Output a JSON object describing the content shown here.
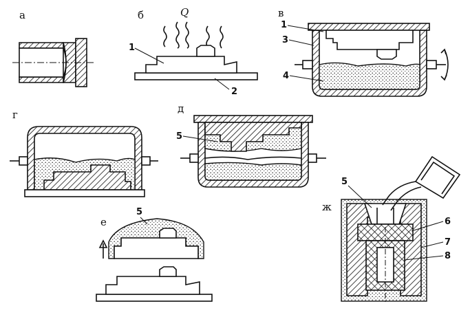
{
  "labels": {
    "a": "а",
    "b": "б",
    "v": "в",
    "g": "г",
    "d": "д",
    "e": "е",
    "zh": "ж",
    "q": "Q"
  },
  "callouts": {
    "n1_b": "1",
    "n2_b": "2",
    "n1_v": "1",
    "n3_v": "3",
    "n4_v": "4",
    "n5_d": "5",
    "n5_e": "5",
    "n5_zh": "5",
    "n6_zh": "6",
    "n7_zh": "7",
    "n8_zh": "8"
  }
}
